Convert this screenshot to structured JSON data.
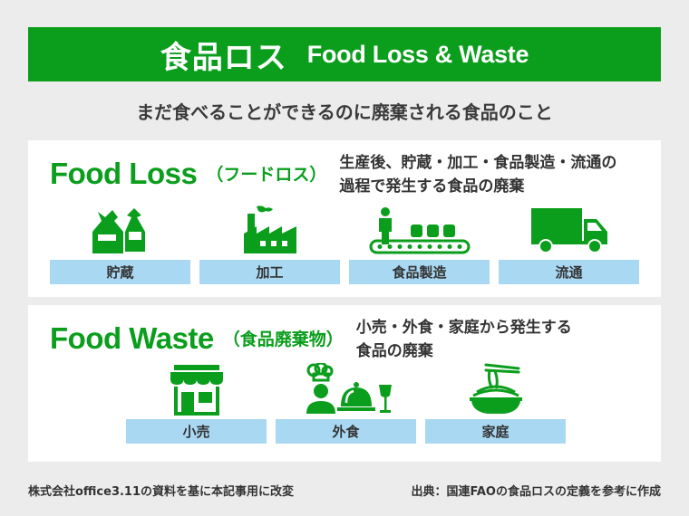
{
  "header": {
    "title_jp": "食品ロス",
    "title_en": "Food Loss & Waste"
  },
  "subtitle": "まだ食べることができるのに廃棄される食品のこと",
  "food_loss": {
    "title_en": "Food Loss",
    "title_jp": "（フードロス）",
    "desc_line1": "生産後、貯蔵・加工・食品製造・流通の",
    "desc_line2": "過程で発生する食品の廃棄",
    "items": [
      {
        "label": "貯蔵",
        "icon": "sacks-icon"
      },
      {
        "label": "加工",
        "icon": "factory-icon"
      },
      {
        "label": "食品製造",
        "icon": "conveyor-icon"
      },
      {
        "label": "流通",
        "icon": "truck-icon"
      }
    ]
  },
  "food_waste": {
    "title_en": "Food Waste",
    "title_jp": "（食品廃棄物）",
    "desc_line1": "小売・外食・家庭から発生する",
    "desc_line2": "食品の廃棄",
    "items": [
      {
        "label": "小売",
        "icon": "store-icon"
      },
      {
        "label": "外食",
        "icon": "chef-cloche-icon"
      },
      {
        "label": "家庭",
        "icon": "noodle-bowl-icon"
      }
    ]
  },
  "footer": {
    "left": "株式会社office3.11の資料を基に本記事用に改変",
    "right": "出典：国連FAOの食品ロスの定義を参考に作成"
  },
  "colors": {
    "green": "#0a9e1c",
    "label_blue": "#a9d8f2",
    "background": "#ececec"
  }
}
